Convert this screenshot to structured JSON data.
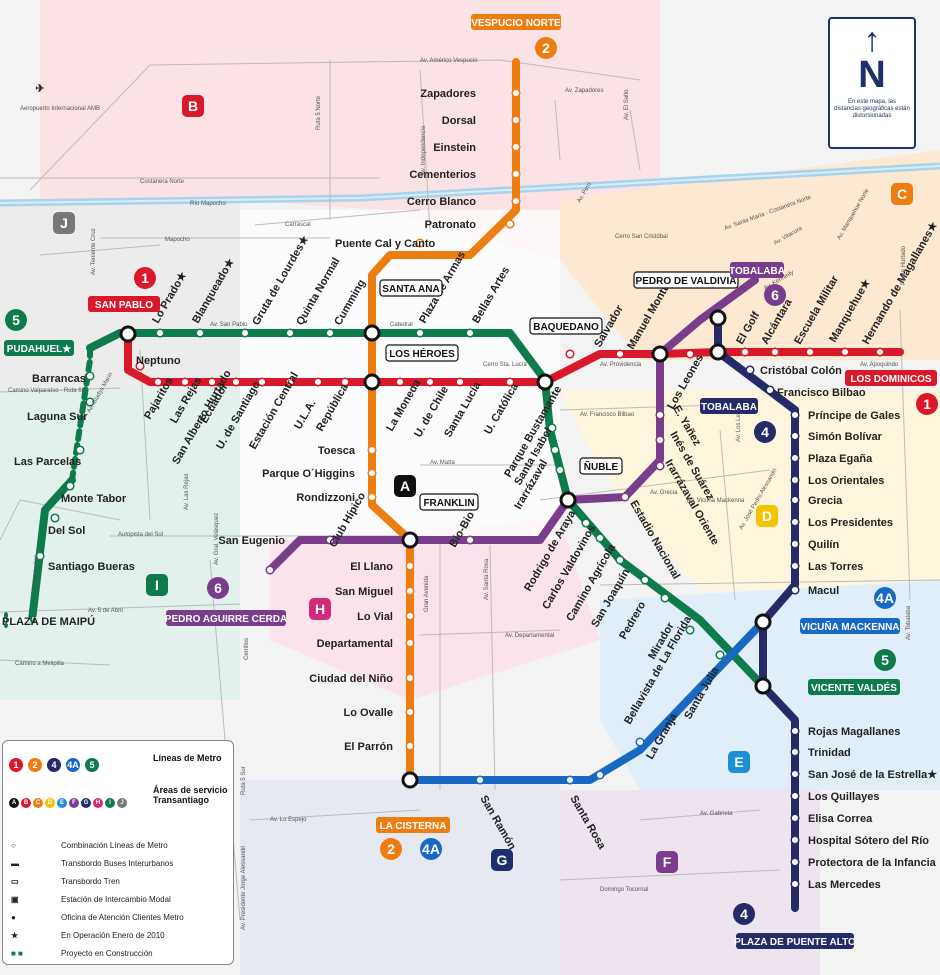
{
  "colors": {
    "line1": "#d9182a",
    "line2": "#ee7d11",
    "line4": "#262a66",
    "line4a": "#1869c4",
    "line5": "#0d7b4c",
    "line6": "#7a3d8c",
    "zoneB": "#fbe2e4",
    "zoneC": "#fde8d2",
    "zoneD": "#fef6dc",
    "zoneE": "#e0eef9",
    "zoneF": "#eee4ef",
    "zoneG": "#e6e9f2",
    "zoneH": "#fae3ec",
    "zoneI": "#e2f1ec",
    "zoneJ": "#ececec",
    "river": "#a9d4ee"
  },
  "north": {
    "letter": "N",
    "note": "En este mapa, las distancias geográficas están distorsionadas"
  },
  "airport": "Aeropuerto Internacional AMB",
  "river": "Río Mapocho",
  "zones": {
    "A": "A",
    "B": "B",
    "C": "C",
    "D": "D",
    "E": "E",
    "F": "F",
    "G": "G",
    "H": "H",
    "I": "I",
    "J": "J"
  },
  "terminals": {
    "vespucio_norte": "VESPUCIO NORTE",
    "la_cisterna": "LA CISTERNA",
    "san_pablo": "SAN PABLO",
    "los_dominicos": "LOS DOMINICOS",
    "pudahuel": "PUDAHUEL★",
    "plaza_de_maipu": "PLAZA DE MAIPÚ",
    "vicente_valdes": "VICENTE VALDÉS",
    "tobalaba_top": "TOBALABA",
    "tobalaba": "TOBALABA",
    "pedro_aguirre_cerda": "PEDRO AGUIRRE CERDA",
    "vicuna_mackenna": "VICUÑA MACKENNA",
    "plaza_de_puente_alto": "PLAZA DE PUENTE ALTO"
  },
  "line_numbers": {
    "l1": "1",
    "l2": "2",
    "l4": "4",
    "l4a": "4A",
    "l5": "5",
    "l6": "6"
  },
  "transfers": {
    "santa_ana": "SANTA ANA",
    "los_heroes": "LOS HÉROES",
    "baquedano": "BAQUEDANO",
    "pedro_de_valdivia": "PEDRO DE VALDIVIA",
    "nuble": "ÑUBLE",
    "franklin": "FRANKLIN"
  },
  "stations": {
    "line2": [
      "Zapadores",
      "Dorsal",
      "Einstein",
      "Cementerios",
      "Cerro Blanco",
      "Patronato",
      "Puente Cal y Canto",
      "Toesca",
      "Parque O´Higgins",
      "Rondizzoni",
      "El Llano",
      "San Miguel",
      "Lo Vial",
      "Departamental",
      "Ciudad del Niño",
      "Lo Ovalle",
      "El Parrón"
    ],
    "line1": [
      "Neptuno",
      "Pajaritos",
      "Las Rejas",
      "Ecuador",
      "San Alberto Hurtado",
      "U. de Santiago",
      "Estación Central",
      "U.L.A.",
      "República",
      "La Moneda",
      "U. de Chile",
      "Santa Lucía",
      "U. Católica",
      "Salvador",
      "Manuel Montt",
      "Los Leones",
      "El Golf",
      "Alcántara",
      "Escuela Militar",
      "Manquehue★",
      "Hernando de Magallanes★"
    ],
    "line5": [
      "Barrancas",
      "Laguna Sur",
      "Las Parcelas",
      "Monte Tabor",
      "Del Sol",
      "Santiago Bueras",
      "Lo Prado★",
      "Blanqueado★",
      "Gruta de Lourdes★",
      "Quinta Normal",
      "Cumming",
      "Plaza de Armas",
      "Bellas Artes",
      "Parque Bustamante",
      "Santa Isabel",
      "Irarrázaval",
      "Rodrigo de Araya",
      "Carlos Valdovinos",
      "Camino Agrícola",
      "San Joaquín",
      "Pedrero",
      "Mirador",
      "Bellavista de La Florida"
    ],
    "line4": [
      "Cristóbal Colón",
      "Francisco Bilbao",
      "Príncipe de Gales",
      "Simón Bolívar",
      "Plaza Egaña",
      "Los Orientales",
      "Grecia",
      "Los Presidentes",
      "Quilín",
      "Las Torres",
      "Macul",
      "Rojas Magallanes",
      "Trinidad",
      "San José de la Estrella★",
      "Los Quillayes",
      "Elisa Correa",
      "Hospital Sótero del Río",
      "Protectora de la Infancia",
      "Las Mercedes"
    ],
    "line4a": [
      "Santa Julia",
      "La Granja",
      "Santa Rosa",
      "San Ramón"
    ],
    "line6": [
      "E. Yañez",
      "Inés de Suárez",
      "Irarrázaval Oriente",
      "Estadio Nacional",
      "Bio-Bio",
      "Club Hípico",
      "San Eugenio"
    ]
  },
  "streets": [
    "Av. Américo Vespucio",
    "Av. Zapadores",
    "Costanera Norte",
    "Carrascal",
    "Mapocho",
    "Av. San Pablo",
    "Catedral",
    "Camino Valparaíso - Ruta 68",
    "Cerro Sta. Lucía",
    "Av. Providencia",
    "Av. Francisco Bilbao",
    "Av. Matta",
    "Av. Grecia",
    "Autopista del Sol",
    "Av. 5 de Abril",
    "Av. Departamental",
    "Camino a Melipilla",
    "Gran Avenida",
    "Av. Santa Rosa",
    "Av. Vicuña Mackenna",
    "Av. Lo Espejo",
    "Av. Gabriela",
    "Domingo Tocornal",
    "Cerro San Cristóbal",
    "Av. Kennedy",
    "Av. Apoquindo",
    "Av. El Salto",
    "Av. Perú",
    "Ruta 5 Norte",
    "Av. Independencia",
    "Av. Vitacura",
    "Av. Manquehue Norte",
    "Padre Hurtado",
    "Av. Los Leones",
    "Av. Tobalaba",
    "Av. José Pedro Alessandri",
    "Av. Las Rejas",
    "Av. Gral. Velásquez",
    "Av. Pajaritos",
    "Cerrillos",
    "Av. Teniente Cruz",
    "Av. Gladys Marín",
    "Ruta 5 Sur",
    "Av. Presidente Jorge Alessandri",
    "Av. Santa María - Costanera Norte"
  ],
  "legend": {
    "lines_label": "Líneas de Metro",
    "line_items": [
      "1",
      "2",
      "4",
      "4A",
      "5"
    ],
    "zones_label": "Áreas de servicio Transantiago",
    "zone_items": [
      "A",
      "B",
      "C",
      "D",
      "E",
      "F",
      "G",
      "H",
      "I",
      "J"
    ],
    "items": [
      "Combinación Líneas de Metro",
      "Transbordo Buses Interurbanos",
      "Transbordo Tren",
      "Estación de Intercambio Modal",
      "Oficina de Atención Clientes Metro",
      "En Operación Enero de 2010",
      "Proyecto en Construcción"
    ],
    "star": "★"
  }
}
